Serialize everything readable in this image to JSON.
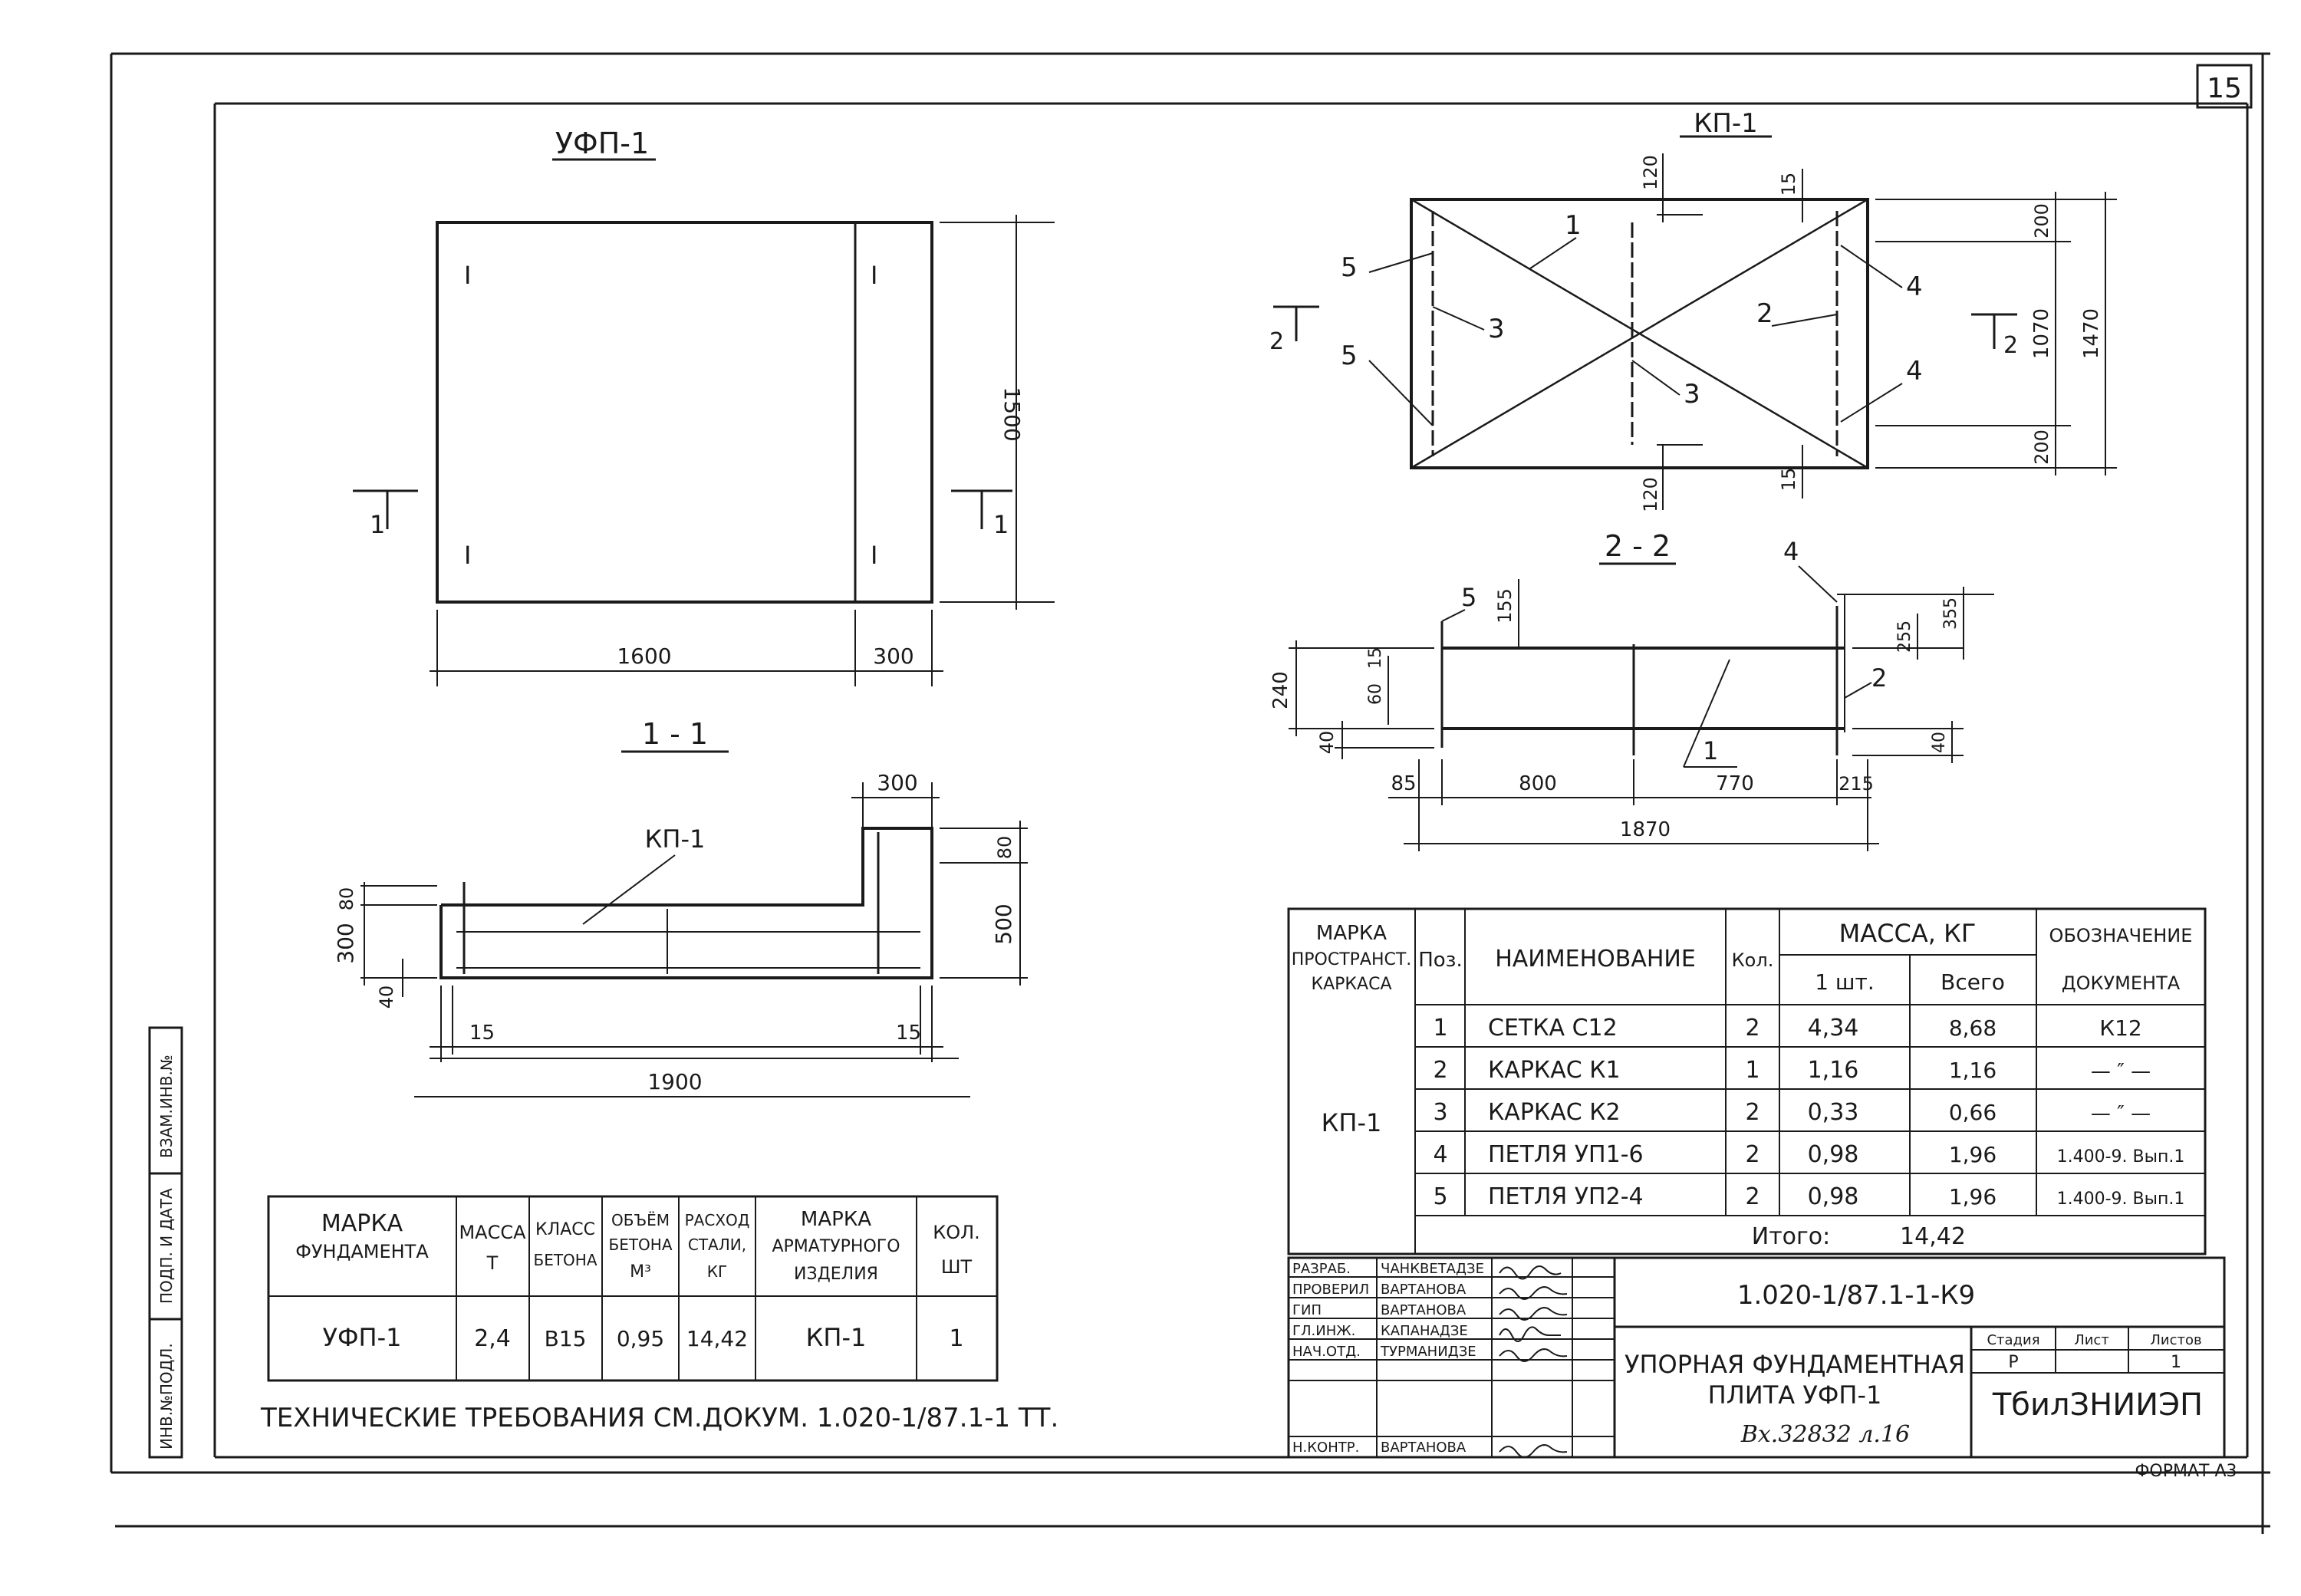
{
  "sheet": {
    "number": "15",
    "format": "ФОРМАТ А3"
  },
  "side_stamp": [
    "ИНВ.№ПОДЛ.",
    "ПОДП. И ДАТА",
    "ВЗАМ.ИНВ.№"
  ],
  "plan": {
    "title": "УФП-1",
    "mark_i": "I",
    "section_label_left": "1",
    "section_label_right": "1",
    "dim_width": "1600",
    "dim_step": "300",
    "dim_height": "1500"
  },
  "section11": {
    "title": "1 - 1",
    "label_kp": "КП-1",
    "dim_top": "300",
    "dim_80_left": "80",
    "dim_300": "300",
    "dim_40": "40",
    "dim_80_right": "80",
    "dim_500": "500",
    "dim_15_left": "15",
    "dim_15_right": "15",
    "dim_total": "1900"
  },
  "kp_plan": {
    "title": "КП-1",
    "dim_120_top": "120",
    "dim_15_top": "15",
    "dim_120_bottom": "120",
    "dim_15_bottom": "15",
    "dim_200_top": "200",
    "dim_1070": "1070",
    "dim_200_bottom": "200",
    "dim_1470": "1470",
    "pos_1": "1",
    "pos_2": "2",
    "pos_3a": "3",
    "pos_3b": "3",
    "pos_4a": "4",
    "pos_4b": "4",
    "pos_5a": "5",
    "pos_5b": "5",
    "section_left": "2",
    "section_right": "2"
  },
  "section22": {
    "title": "2 - 2",
    "pos_5": "5",
    "pos_4": "4",
    "pos_2": "2",
    "pos_1": "1",
    "dim_155": "155",
    "dim_15": "15",
    "dim_240": "240",
    "dim_60": "60",
    "dim_40_left": "40",
    "dim_255": "255",
    "dim_355": "355",
    "dim_40_right": "40",
    "dim_85": "85",
    "dim_800": "800",
    "dim_770": "770",
    "dim_215": "215",
    "dim_total": "1870"
  },
  "spec_table": {
    "headers": {
      "mark": "МАРКА ПРОСТРАНСТ. КАРКАСА",
      "pos": "Поз.",
      "name": "НАИМЕНОВАНИЕ",
      "qty": "Кол.",
      "mass": "МАССА, КГ",
      "mass_one": "1 шт.",
      "mass_total": "Всего",
      "doc": "ОБОЗНАЧЕНИЕ ДОКУМЕНТА"
    },
    "mark_value": "КП-1",
    "rows": [
      {
        "pos": "1",
        "name": "СЕТКА С12",
        "qty": "2",
        "one": "4,34",
        "total": "8,68",
        "doc": "К12"
      },
      {
        "pos": "2",
        "name": "КАРКАС К1",
        "qty": "1",
        "one": "1,16",
        "total": "1,16",
        "doc": "— ″ —"
      },
      {
        "pos": "3",
        "name": "КАРКАС К2",
        "qty": "2",
        "one": "0,33",
        "total": "0,66",
        "doc": "— ″ —"
      },
      {
        "pos": "4",
        "name": "ПЕТЛЯ УП1-6",
        "qty": "2",
        "one": "0,98",
        "total": "1,96",
        "doc": "1.400-9. Вып.1"
      },
      {
        "pos": "5",
        "name": "ПЕТЛЯ УП2-4",
        "qty": "2",
        "one": "0,98",
        "total": "1,96",
        "doc": "1.400-9. Вып.1"
      }
    ],
    "total_label": "Итого:",
    "total_value": "14,42"
  },
  "found_table": {
    "headers": {
      "mark": "МАРКА ФУНДАМЕНТА",
      "mass": "МАССА Т",
      "class": "КЛАСС БЕТОНА",
      "volume": "ОБЪЁМ БЕТОНА М³",
      "steel": "РАСХОД СТАЛИ, КГ",
      "item": "МАРКА АРМАТУРНОГО ИЗДЕЛИЯ",
      "qty": "КОЛ. ШТ"
    },
    "row": {
      "mark": "УФП-1",
      "mass": "2,4",
      "class": "В15",
      "volume": "0,95",
      "steel": "14,42",
      "item": "КП-1",
      "qty": "1"
    }
  },
  "note": "ТЕХНИЧЕСКИЕ ТРЕБОВАНИЯ СМ.ДОКУМ. 1.020-1/87.1-1 ТТ.",
  "title_block": {
    "doc_code": "1.020-1/87.1-1-К9",
    "title_line1": "УПОРНАЯ ФУНДАМЕНТНАЯ",
    "title_line2": "ПЛИТА УФП-1",
    "inventory": "Вх.32832 л.16",
    "stage_label": "Стадия",
    "sheet_label": "Лист",
    "sheets_label": "Листов",
    "stage_value": "Р",
    "sheets_value": "1",
    "org": "ТбилЗНИИЭП",
    "roles": [
      {
        "role": "РАЗРАБ.",
        "name": "ЧАНКВЕТАДЗЕ"
      },
      {
        "role": "ПРОВЕРИЛ",
        "name": "ВАРТАНОВА"
      },
      {
        "role": "ГИП",
        "name": "ВАРТАНОВА"
      },
      {
        "role": "ГЛ.ИНЖ.",
        "name": "КАПАНАДЗЕ"
      },
      {
        "role": "НАЧ.ОТД.",
        "name": "ТУРМАНИДЗЕ"
      },
      {
        "role": "Н.КОНТР.",
        "name": "ВАРТАНОВА"
      }
    ]
  }
}
